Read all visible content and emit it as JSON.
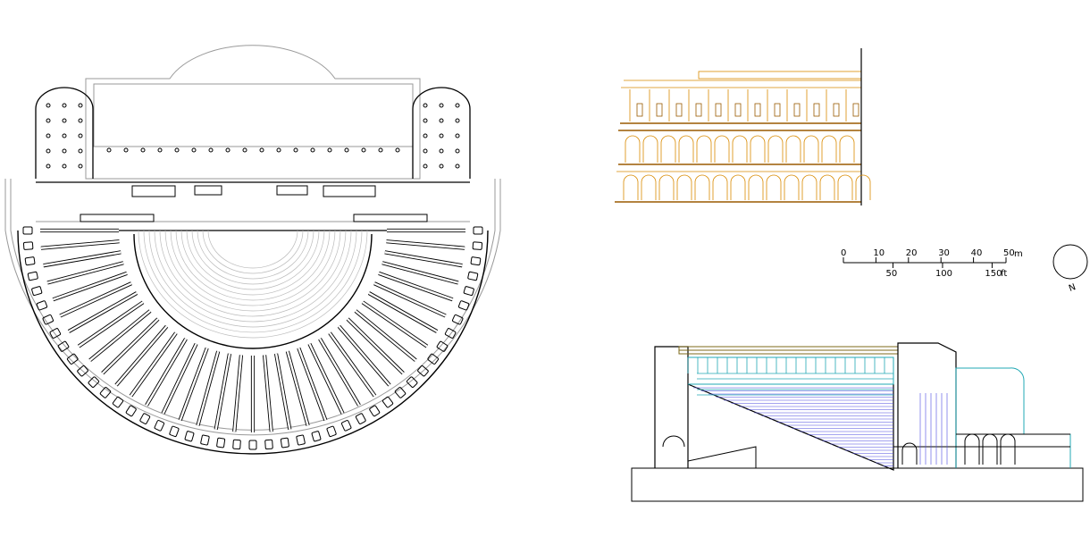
{
  "scale_bar": {
    "meters": [
      "0",
      "10",
      "20",
      "30",
      "40",
      "50"
    ],
    "meter_unit": "m",
    "feet": [
      "50",
      "100",
      "150"
    ],
    "feet_unit": "ft"
  },
  "north_label": "N",
  "colors": {
    "plan_line": "#000000",
    "plan_outer_line": "#9a9a9a",
    "orchestra_line": "#bbbbbb",
    "elevation_line": "#d98a00",
    "elevation_dark": "#9a5a00",
    "section_black": "#000000",
    "section_blue": "#4a48e0",
    "section_cyan": "#22a8b4",
    "section_olive": "#7d6a1a"
  }
}
